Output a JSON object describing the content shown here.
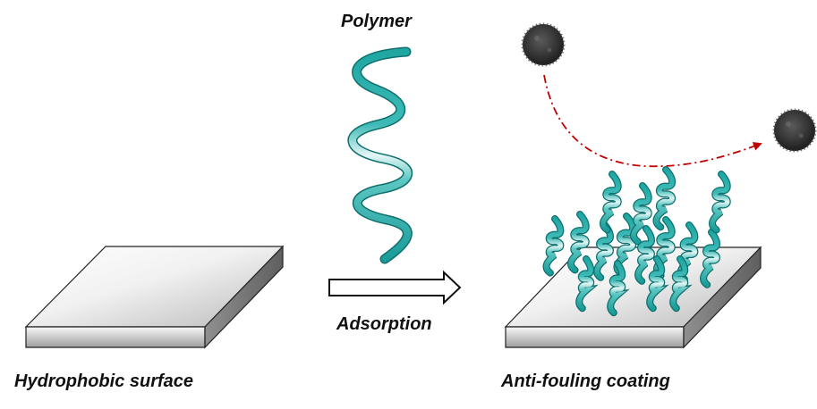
{
  "labels": {
    "polymer": "Polymer",
    "adsorption": "Adsorption",
    "hydrophobic_surface": "Hydrophobic surface",
    "antifouling_coating": "Anti-fouling coating"
  },
  "colors": {
    "polymer_teal": "#1fa6a3",
    "polymer_light": "#d9f3f2",
    "trajectory": "#c00000",
    "particle": "#3a3a3a",
    "slab_top": "#e6e6e6",
    "slab_side": "#bdbdbd"
  },
  "icons": {
    "particle": "foulant-particle-icon",
    "arrow": "process-arrow-icon"
  }
}
